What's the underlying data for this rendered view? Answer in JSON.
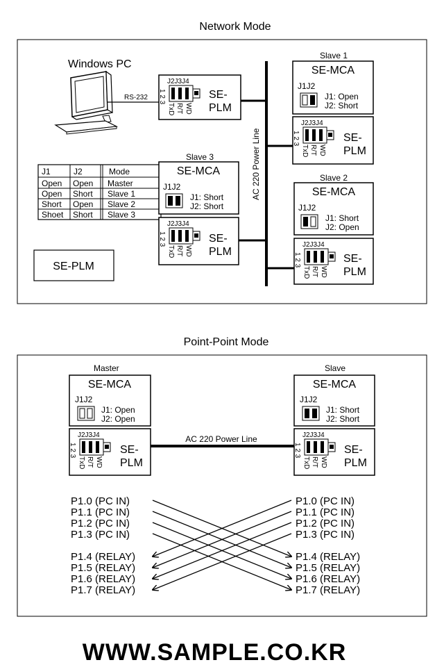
{
  "network": {
    "title": "Network Mode",
    "pc_label": "Windows PC",
    "rs232_label": "RS-232",
    "power_line_label": "AC 220 Power Line",
    "table": {
      "headers": [
        "J1",
        "J2",
        "Mode"
      ],
      "rows": [
        [
          "Open",
          "Open",
          "Master"
        ],
        [
          "Open",
          "Short",
          "Slave 1"
        ],
        [
          "Short",
          "Open",
          "Slave 2"
        ],
        [
          "Shoet",
          "Short",
          "Slave 3"
        ]
      ]
    },
    "legend_plm": "SE-PLM",
    "slave1_label": "Slave 1",
    "slave2_label": "Slave 2",
    "slave3_label": "Slave 3",
    "slave1_j1": "J1: Open",
    "slave1_j2": "J2: Short",
    "slave2_j1": "J1: Short",
    "slave2_j2": "J2: Open",
    "slave3_j1": "J1: Short",
    "slave3_j2": "J2: Short"
  },
  "common": {
    "mca": "SE-MCA",
    "plm_line1": "SE-",
    "plm_line2": "PLM",
    "jumper_j1j2": "J1J2",
    "jumper_j2j3j4": "J2J3J4",
    "pin_123": "1 2 3",
    "pin_txd": "TxD",
    "pin_rt": "R/T",
    "pin_wd": "WD"
  },
  "p2p": {
    "title": "Point-Point Mode",
    "master_label": "Master",
    "slave_label": "Slave",
    "power_line_label": "AC 220 Power Line",
    "master_j1": "J1: Open",
    "master_j2": "J2: Open",
    "slave_j1": "J1: Short",
    "slave_j2": "J2: Short",
    "left_pins": [
      "P1.0  (PC IN)",
      "P1.1  (PC IN)",
      "P1.2  (PC IN)",
      "P1.3  (PC IN)",
      "P1.4 (RELAY)",
      "P1.5 (RELAY)",
      "P1.6 (RELAY)",
      "P1.7 (RELAY)"
    ],
    "right_pins": [
      "P1.0  (PC IN)",
      "P1.1  (PC IN)",
      "P1.2  (PC IN)",
      "P1.3  (PC IN)",
      "P1.4 (RELAY)",
      "P1.5 (RELAY)",
      "P1.6 (RELAY)",
      "P1.7 (RELAY)"
    ]
  },
  "footer": "WWW.SAMPLE.CO.KR"
}
